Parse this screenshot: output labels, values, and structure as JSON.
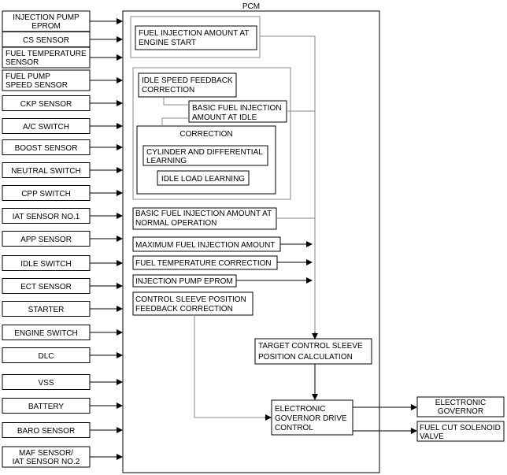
{
  "pcm_label": "PCM",
  "inputs": [
    [
      "INJECTION PUMP",
      "EPROM"
    ],
    [
      "CS SENSOR"
    ],
    [
      "FUEL TEMPERATURE",
      "SENSOR"
    ],
    [
      "FUEL PUMP",
      "SPEED SENSOR"
    ],
    [
      "CKP SENSOR"
    ],
    [
      "A/C SWITCH"
    ],
    [
      "BOOST SENSOR"
    ],
    [
      "NEUTRAL SWITCH"
    ],
    [
      "CPP SWITCH"
    ],
    [
      "IAT SENSOR NO.1"
    ],
    [
      "APP SENSOR"
    ],
    [
      "IDLE SWITCH"
    ],
    [
      "ECT SENSOR"
    ],
    [
      "STARTER"
    ],
    [
      "ENGINE SWITCH"
    ],
    [
      "DLC"
    ],
    [
      "VSS"
    ],
    [
      "BATTERY"
    ],
    [
      "BARO SENSOR"
    ],
    [
      "MAF SENSOR/",
      "IAT SENSOR NO.2"
    ]
  ],
  "blocks": {
    "start": [
      "FUEL INJECTION AMOUNT AT",
      "ENGINE START"
    ],
    "idle_fb": [
      "IDLE SPEED FEEDBACK",
      "CORRECTION"
    ],
    "basic_idle": [
      "BASIC FUEL INJECTION",
      "AMOUNT AT IDLE"
    ],
    "correction_title": "CORRECTION",
    "cyl_learning": [
      "CYLINDER AND DIFFERENTIAL",
      "LEARNING"
    ],
    "idle_load": "IDLE LOAD LEARNING",
    "basic_normal": [
      "BASIC FUEL INJECTION AMOUNT AT",
      "NORMAL OPERATION"
    ],
    "max_amount": "MAXIMUM FUEL INJECTION AMOUNT",
    "fuel_temp_corr": "FUEL TEMPERATURE CORRECTION",
    "pump_eprom": "INJECTION PUMP EPROM",
    "sleeve_fb": [
      "CONTROL SLEEVE POSITION",
      "FEEDBACK CORRECTION"
    ],
    "target_calc": [
      "TARGET CONTROL SLEEVE",
      "POSITION CALCULATION"
    ],
    "governor_drive": [
      "ELECTRONIC",
      "GOVERNOR DRIVE",
      "CONTROL"
    ]
  },
  "outputs": [
    [
      "ELECTRONIC",
      "GOVERNOR"
    ],
    [
      "FUEL CUT SOLENOID",
      "VALVE"
    ]
  ]
}
